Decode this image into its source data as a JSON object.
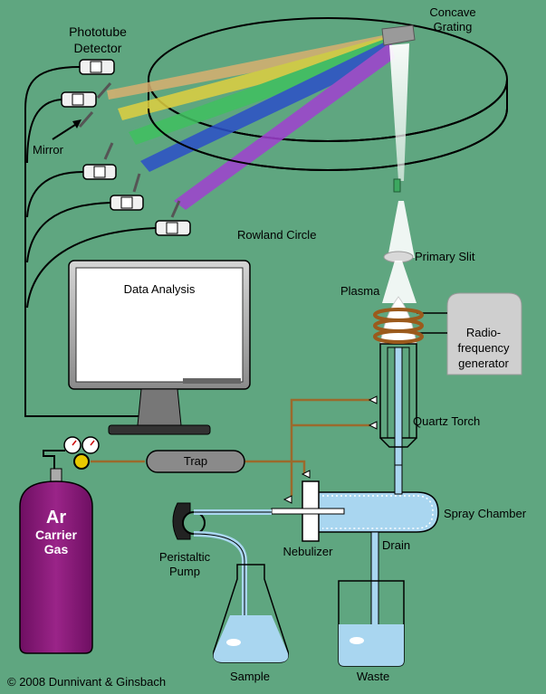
{
  "labels": {
    "phototube_l1": "Phototube",
    "phototube_l2": "Detector",
    "concave_l1": "Concave",
    "concave_l2": "Grating",
    "mirror": "Mirror",
    "rowland": "Rowland Circle",
    "primary_slit": "Primary Slit",
    "plasma": "Plasma",
    "rf_l1": "Radio-",
    "rf_l2": "frequency",
    "rf_l3": "generator",
    "data_analysis": "Data Analysis",
    "quartz_torch": "Quartz Torch",
    "trap": "Trap",
    "spray_chamber": "Spray Chamber",
    "argon_symbol": "Ar",
    "carrier_l1": "Carrier",
    "carrier_l2": "Gas",
    "nebulizer": "Nebulizer",
    "drain": "Drain",
    "peristaltic_l1": "Peristaltic",
    "peristaltic_l2": "Pump",
    "sample": "Sample",
    "waste": "Waste",
    "copyright": "© 2008 Dunnivant & Ginsbach"
  },
  "colors": {
    "background": "#5fa680",
    "gas_tube": "#9b6a2c",
    "cylinder": "#8a1a7a",
    "liquid": "#a9d6f0",
    "coil": "#9b5a1c",
    "rf_box": "#cfcfcf"
  }
}
